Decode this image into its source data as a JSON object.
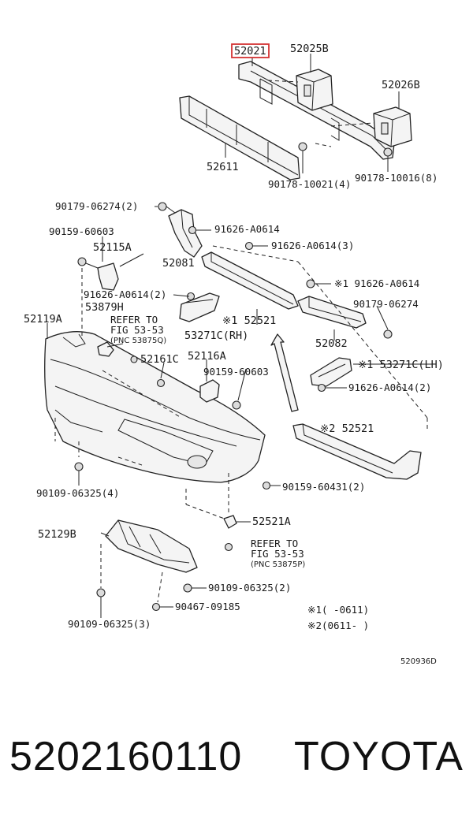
{
  "diagram": {
    "labels": {
      "p52021": "52021",
      "p52025B": "52025B",
      "p52026B": "52026B",
      "p52611": "52611",
      "p90178_10021": "90178-10021(4)",
      "p90178_10016": "90178-10016(8)",
      "p90179_06274_2": "90179-06274(2)",
      "p90159_60603_a": "90159-60603",
      "p91626_A0614_a": "91626-A0614",
      "p52115A": "52115A",
      "p52081": "52081",
      "p91626_A0614_3": "91626-A0614(3)",
      "p91626_A0614_x1": "※1 91626-A0614",
      "p91626_A0614_2a": "91626-A0614(2)",
      "p53879H": "53879H",
      "p90179_06274_b": "90179-06274",
      "p52119A": "52119A",
      "refer1_a": "REFER TO",
      "refer1_b": "FIG 53-53",
      "refer1_c": "(PNC 53875Q)",
      "p52521_x1": "※1 52521",
      "p53271C_RH": "53271C(RH)",
      "p52082": "52082",
      "p52161C": "52161C",
      "p52116A": "52116A",
      "p53271C_LH": "※1 53271C(LH)",
      "p90159_60603_b": "90159-60603",
      "p91626_A0614_2b": "91626-A0614(2)",
      "p52521_x2": "※2 52521",
      "p90109_06325_4": "90109-06325(4)",
      "p90159_60431": "90159-60431(2)",
      "p52521A": "52521A",
      "p52129B": "52129B",
      "refer2_a": "REFER TO",
      "refer2_b": "FIG 53-53",
      "refer2_c": "(PNC 53875P)",
      "p90109_06325_2": "90109-06325(2)",
      "p90467_09185": "90467-09185",
      "p90109_06325_3": "90109-06325(3)",
      "note1": "※1(     -0611)",
      "note2": "※2(0611-     )",
      "diagram_code": "520936D"
    }
  },
  "footer": {
    "part_number": "5202160110",
    "brand": "TOYOTA"
  },
  "colors": {
    "highlight": "#d43333",
    "line": "#222222"
  }
}
